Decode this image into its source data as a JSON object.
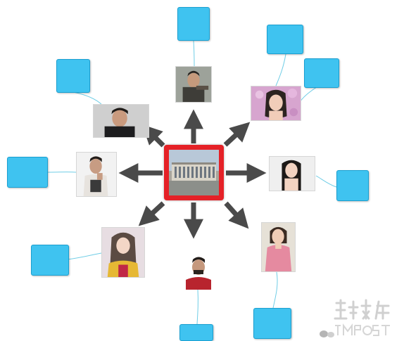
{
  "diagram": {
    "hub": {
      "icon": "building-photo"
    },
    "labels": [
      {
        "id": "top",
        "text": ""
      },
      {
        "id": "top-right-a",
        "text": ""
      },
      {
        "id": "top-right-b",
        "text": ""
      },
      {
        "id": "top-left",
        "text": ""
      },
      {
        "id": "left",
        "text": ""
      },
      {
        "id": "right",
        "text": ""
      },
      {
        "id": "bottom-left",
        "text": ""
      },
      {
        "id": "bottom",
        "text": ""
      },
      {
        "id": "bottom-right",
        "text": ""
      }
    ],
    "photos": [
      {
        "id": "top",
        "icon": "portrait-photo"
      },
      {
        "id": "top-right",
        "icon": "portrait-photo"
      },
      {
        "id": "top-left",
        "icon": "portrait-photo"
      },
      {
        "id": "left",
        "icon": "portrait-photo"
      },
      {
        "id": "right",
        "icon": "portrait-photo"
      },
      {
        "id": "bottom-left",
        "icon": "portrait-photo"
      },
      {
        "id": "bottom",
        "icon": "portrait-photo"
      },
      {
        "id": "bottom-right",
        "icon": "portrait-photo"
      }
    ]
  },
  "colors": {
    "label_fill": "#3fc3f0",
    "connector": "#6fcde6",
    "arrow": "#4a4a4a",
    "hub_frame": "#e52127"
  },
  "watermark": {
    "icon": "publisher-logo",
    "text": ""
  }
}
